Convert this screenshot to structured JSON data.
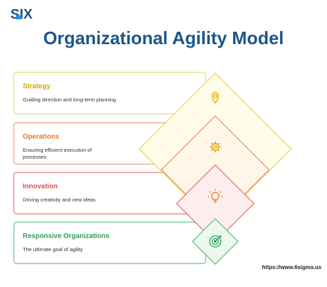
{
  "brand": {
    "logo_text": "SIX",
    "colors": {
      "navy": "#1e5689",
      "accent": "#2e8fd8"
    }
  },
  "title": "Organizational Agility Model",
  "layers": [
    {
      "title": "Strategy",
      "description": [
        "Guiding direction and long-term planning"
      ],
      "icon": "location-pin-icon",
      "border_color": "#e8d96a",
      "title_color": "#d9a400",
      "fill_color": "#fffde8"
    },
    {
      "title": "Operations",
      "description": [
        "Ensuring efficient execution of",
        "processes"
      ],
      "icon": "gear-icon",
      "border_color": "#ec9a7a",
      "title_color": "#e07a2e",
      "fill_color": "#fff6ea"
    },
    {
      "title": "Innovation",
      "description": [
        "Driving creativity and new ideas"
      ],
      "icon": "lightbulb-icon",
      "border_color": "#e87a74",
      "title_color": "#d9534f",
      "fill_color": "#fdeeee"
    },
    {
      "title": "Responsive Organizations",
      "description": [
        "The ultimate goal of agility"
      ],
      "icon": "target-icon",
      "border_color": "#6cc28a",
      "title_color": "#2e9e5b",
      "fill_color": "#eaf8ee"
    }
  ],
  "footer": {
    "url": "https://www.6sigma.us"
  }
}
